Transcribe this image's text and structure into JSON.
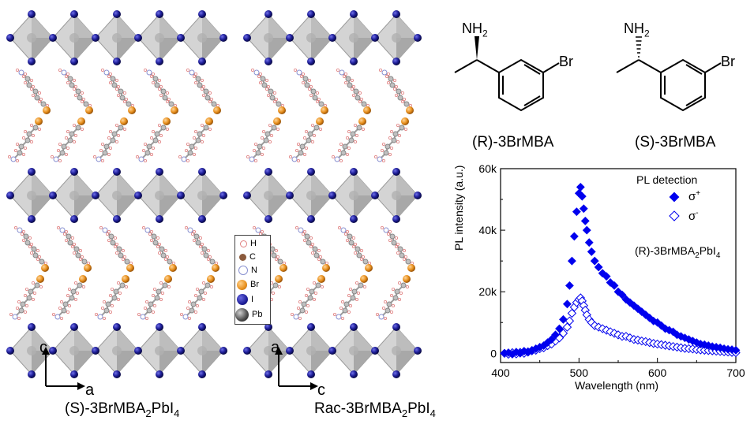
{
  "left_structure": {
    "caption": "(S)-3BrMBA",
    "caption_sub": "2",
    "caption_tail": "PbI",
    "caption_sub2": "4",
    "axis_vertical": "c",
    "axis_horizontal": "a"
  },
  "middle_structure": {
    "caption": "Rac-3BrMBA",
    "caption_sub": "2",
    "caption_tail": "PbI",
    "caption_sub2": "4",
    "axis_vertical": "a",
    "axis_horizontal": "c"
  },
  "atom_legend": {
    "items": [
      {
        "label": "H",
        "color": "#f3b3b3"
      },
      {
        "label": "C",
        "color": "#8b5a3c"
      },
      {
        "label": "N",
        "color": "#b8bde6"
      },
      {
        "label": "Br",
        "color": "#e8901d"
      },
      {
        "label": "I",
        "color": "#1f1f9a"
      },
      {
        "label": "Pb",
        "color": "#3a3a3a"
      }
    ]
  },
  "molecules": [
    {
      "label": "(R)-3BrMBA",
      "amine": "NH",
      "amine_sub": "2",
      "halogen": "Br"
    },
    {
      "label": "(S)-3BrMBA",
      "amine": "NH",
      "amine_sub": "2",
      "halogen": "Br"
    }
  ],
  "chart_data": {
    "type": "scatter",
    "xlabel": "Wavelength (nm)",
    "ylabel": "PL intensity (a.u.)",
    "xlim": [
      400,
      700
    ],
    "ylim": [
      -3000,
      60000
    ],
    "xticks": [
      400,
      500,
      600,
      700
    ],
    "yticks": [
      0,
      20000,
      40000,
      60000
    ],
    "ytick_labels": [
      "0",
      "20k",
      "40k",
      "60k"
    ],
    "legend_title": "PL detection",
    "annotation": "(R)-3BrMBA",
    "annotation_sub": "2",
    "annotation_tail": "PbI",
    "annotation_sub2": "4",
    "grid": false,
    "legend_position": "top-right",
    "series": [
      {
        "name": "σ",
        "name_sup": "+",
        "marker": "filled-diamond",
        "color": "#0000ee",
        "x": [
          405,
          410,
          415,
          420,
          425,
          430,
          435,
          440,
          445,
          450,
          455,
          460,
          465,
          470,
          475,
          480,
          485,
          488,
          491,
          494,
          497,
          500,
          502,
          504,
          506,
          508,
          510,
          513,
          516,
          520,
          525,
          530,
          535,
          540,
          545,
          550,
          555,
          560,
          565,
          570,
          575,
          580,
          585,
          590,
          595,
          600,
          605,
          610,
          615,
          620,
          625,
          630,
          635,
          640,
          645,
          650,
          655,
          660,
          665,
          670,
          675,
          680,
          685,
          690,
          695,
          700
        ],
        "y": [
          0,
          200,
          -300,
          400,
          0,
          700,
          300,
          1000,
          1500,
          2000,
          2500,
          3500,
          4500,
          6000,
          8000,
          11000,
          16000,
          22000,
          30000,
          38000,
          46000,
          52000,
          54000,
          51000,
          47000,
          43000,
          40000,
          36000,
          33000,
          30000,
          28000,
          26000,
          25000,
          23000,
          22000,
          20000,
          19000,
          17500,
          16500,
          15500,
          14500,
          13500,
          12500,
          11500,
          10500,
          10000,
          9000,
          8000,
          7500,
          7000,
          6000,
          5500,
          5000,
          4500,
          4000,
          3500,
          3000,
          2800,
          2500,
          2200,
          2000,
          1800,
          1500,
          1300,
          1200,
          1000
        ]
      },
      {
        "name": "σ",
        "name_sup": "-",
        "marker": "open-diamond",
        "color": "#0000ee",
        "x": [
          405,
          410,
          415,
          420,
          425,
          430,
          435,
          440,
          445,
          450,
          455,
          460,
          465,
          470,
          475,
          480,
          485,
          488,
          491,
          494,
          497,
          500,
          502,
          504,
          506,
          508,
          510,
          513,
          516,
          520,
          525,
          530,
          535,
          540,
          545,
          550,
          555,
          560,
          565,
          570,
          575,
          580,
          585,
          590,
          595,
          600,
          605,
          610,
          615,
          620,
          625,
          630,
          635,
          640,
          645,
          650,
          655,
          660,
          665,
          670,
          675,
          680,
          685,
          690,
          695,
          700
        ],
        "y": [
          0,
          -300,
          200,
          -200,
          300,
          0,
          500,
          800,
          1000,
          1500,
          1800,
          2500,
          3000,
          4000,
          5000,
          6500,
          8500,
          10500,
          13000,
          15000,
          16500,
          17500,
          18000,
          17000,
          15500,
          14000,
          12500,
          11000,
          10000,
          9000,
          8500,
          8000,
          7500,
          7000,
          6500,
          6000,
          5500,
          5500,
          5000,
          4500,
          4300,
          4000,
          3800,
          3500,
          3200,
          3000,
          2800,
          2600,
          2400,
          2200,
          2000,
          1800,
          1600,
          1500,
          1400,
          1200,
          1100,
          1000,
          900,
          800,
          700,
          600,
          500,
          400,
          300,
          200
        ]
      }
    ]
  }
}
